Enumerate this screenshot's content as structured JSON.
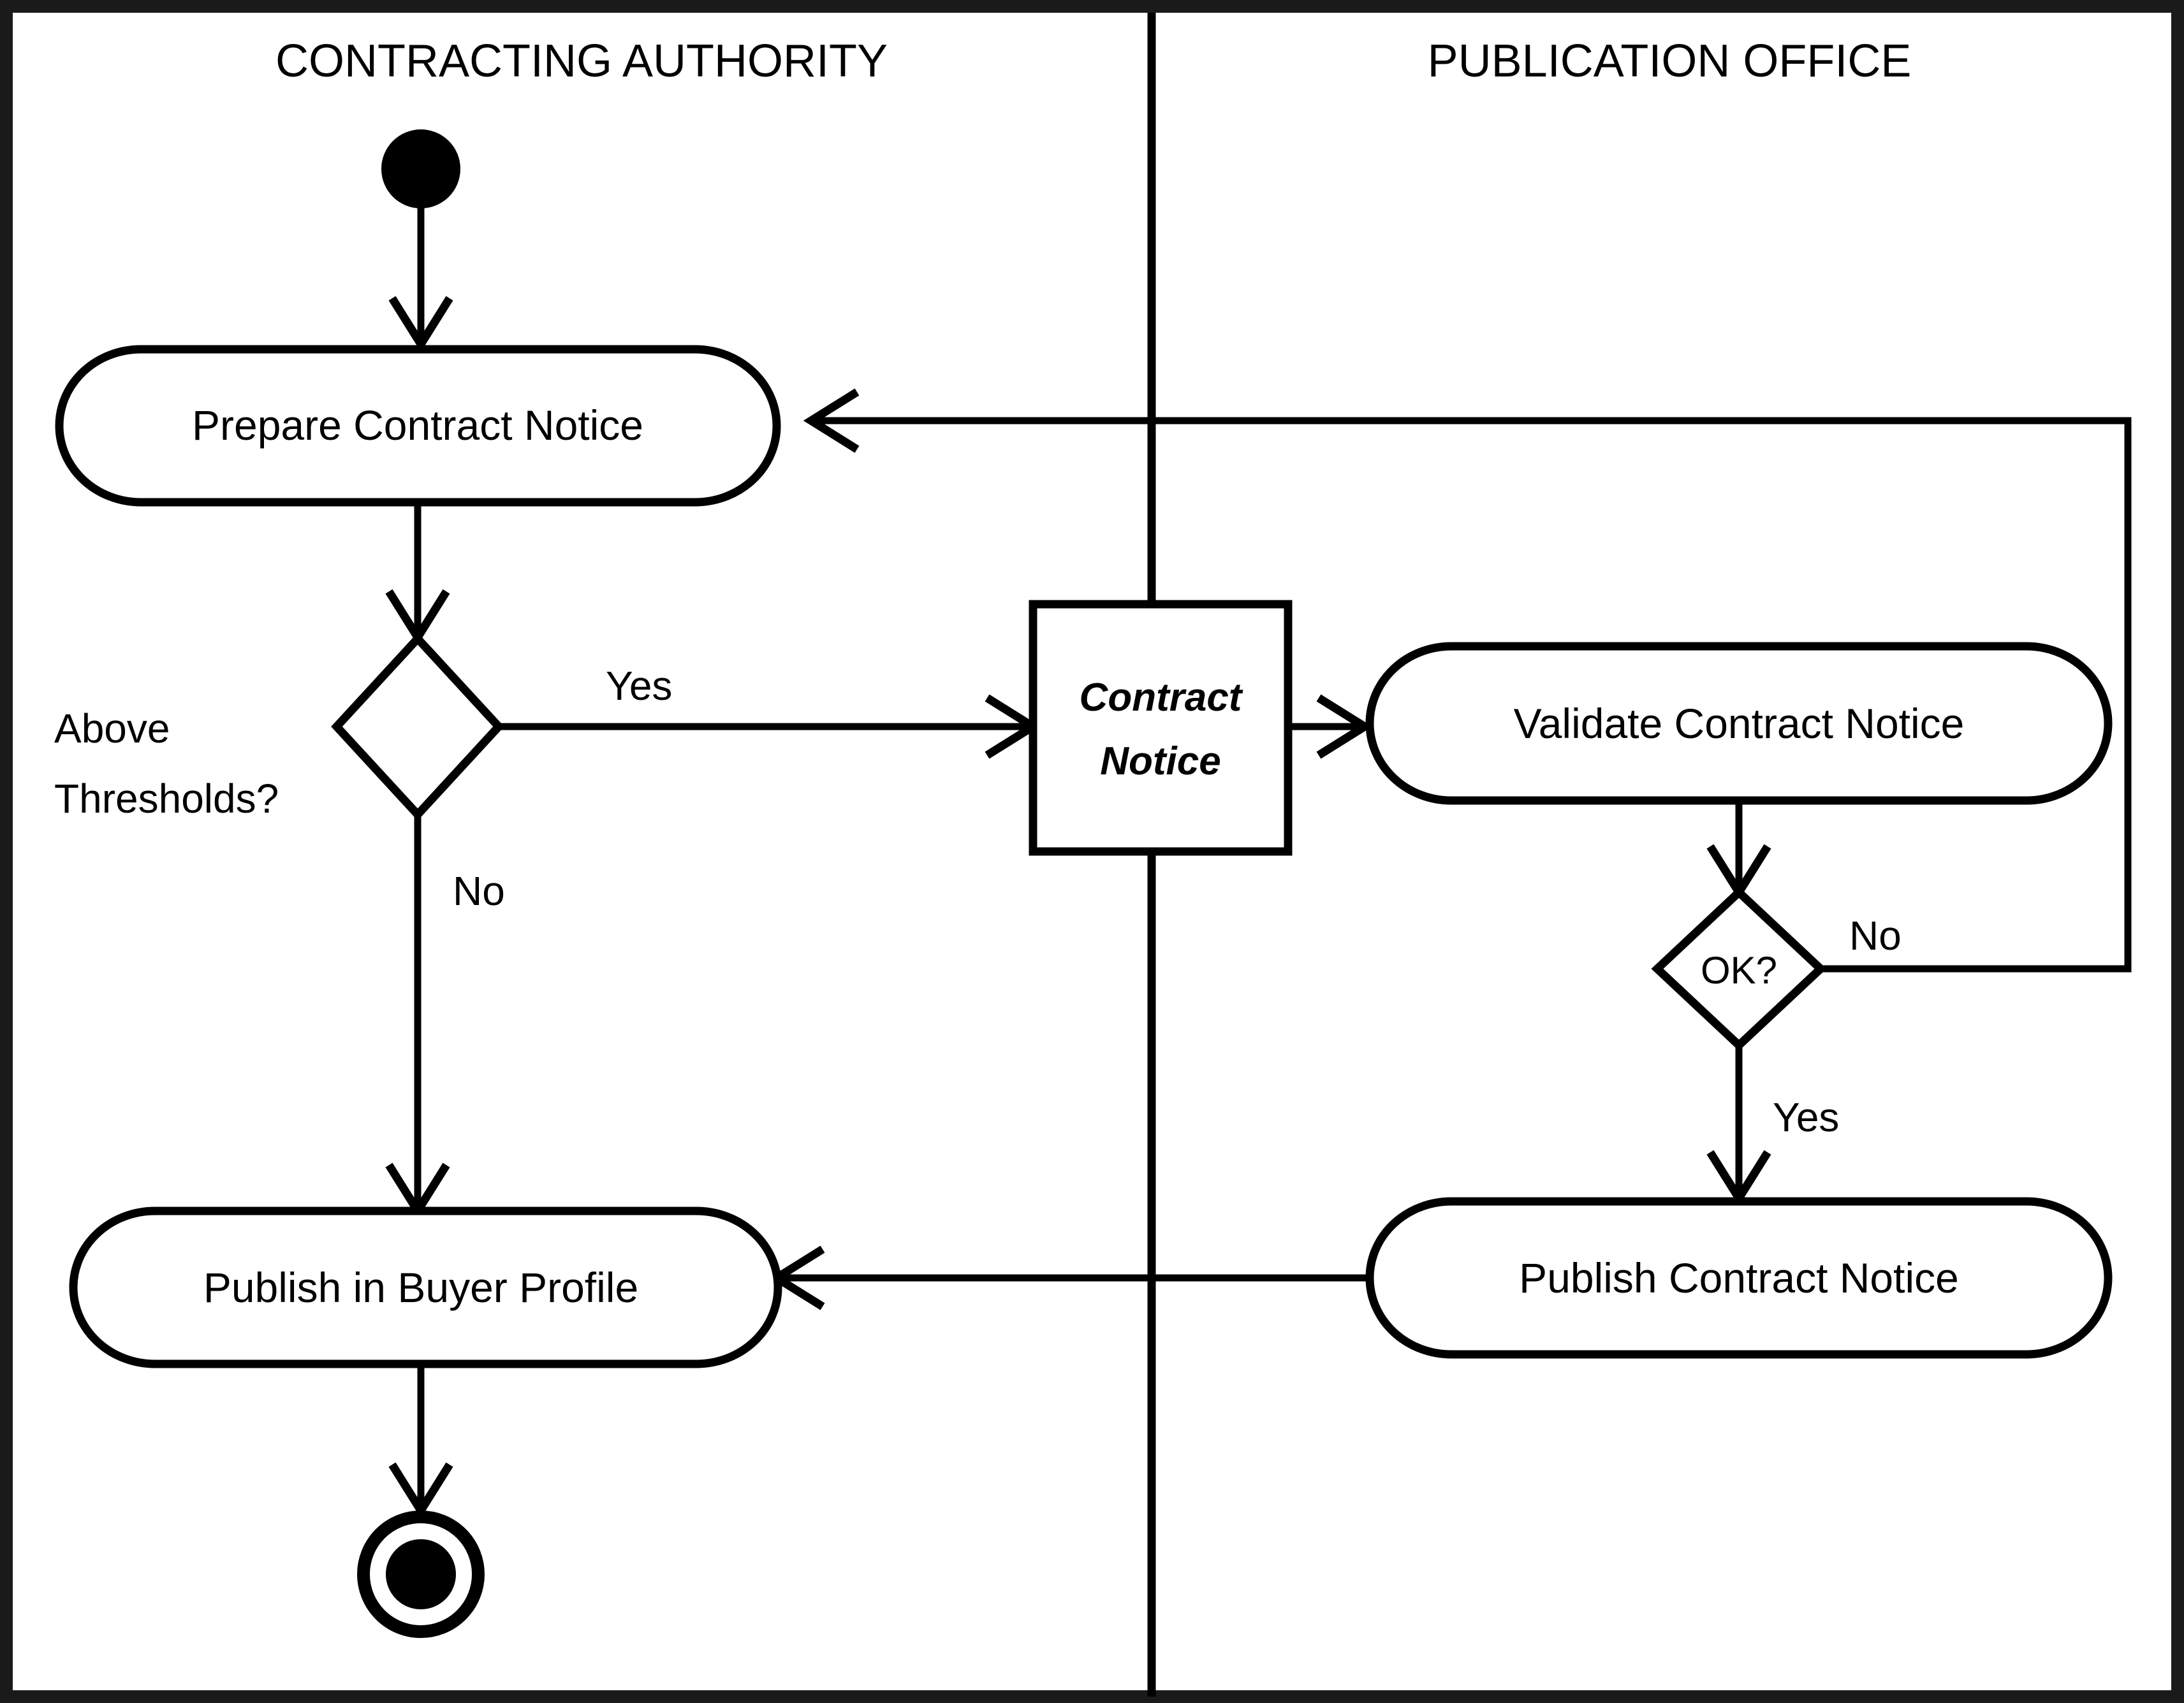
{
  "diagram": {
    "type": "uml-activity-diagram",
    "title": "Contract Notice publication activity diagram",
    "swimlanes": [
      {
        "id": "contracting-authority",
        "title": "CONTRACTING AUTHORITY"
      },
      {
        "id": "publication-office",
        "title": "PUBLICATION OFFICE"
      }
    ],
    "nodes": [
      {
        "id": "initial",
        "kind": "initial-node",
        "lane": "contracting-authority",
        "label": ""
      },
      {
        "id": "prepare-contract-notice",
        "kind": "action",
        "lane": "contracting-authority",
        "label": "Prepare Contract Notice"
      },
      {
        "id": "above-thresholds",
        "kind": "decision",
        "lane": "contracting-authority",
        "label": "Above Thresholds?"
      },
      {
        "id": "contract-notice-object",
        "kind": "object-node",
        "lane": "boundary",
        "label_line1": "Contract",
        "label_line2": "Notice"
      },
      {
        "id": "validate-contract-notice",
        "kind": "action",
        "lane": "publication-office",
        "label": "Validate Contract Notice"
      },
      {
        "id": "ok-decision",
        "kind": "decision",
        "lane": "publication-office",
        "label": "OK?"
      },
      {
        "id": "publish-contract-notice",
        "kind": "action",
        "lane": "publication-office",
        "label": "Publish Contract Notice"
      },
      {
        "id": "publish-in-buyer-profile",
        "kind": "action",
        "lane": "contracting-authority",
        "label": "Publish in Buyer Profile"
      },
      {
        "id": "final",
        "kind": "final-node",
        "lane": "contracting-authority",
        "label": ""
      }
    ],
    "edges": [
      {
        "id": "edge-initial-prepare",
        "from": "initial",
        "to": "prepare-contract-notice",
        "guard": ""
      },
      {
        "id": "edge-prepare-decision",
        "from": "prepare-contract-notice",
        "to": "above-thresholds",
        "guard": ""
      },
      {
        "id": "edge-thresholds-yes",
        "from": "above-thresholds",
        "to": "contract-notice-object",
        "guard": "Yes"
      },
      {
        "id": "edge-thresholds-no",
        "from": "above-thresholds",
        "to": "publish-in-buyer-profile",
        "guard": "No"
      },
      {
        "id": "edge-object-validate",
        "from": "contract-notice-object",
        "to": "validate-contract-notice",
        "guard": ""
      },
      {
        "id": "edge-validate-ok",
        "from": "validate-contract-notice",
        "to": "ok-decision",
        "guard": ""
      },
      {
        "id": "edge-ok-no",
        "from": "ok-decision",
        "to": "prepare-contract-notice",
        "guard": "No"
      },
      {
        "id": "edge-ok-yes",
        "from": "ok-decision",
        "to": "publish-contract-notice",
        "guard": "Yes"
      },
      {
        "id": "edge-publish-to-buyer-profile",
        "from": "publish-contract-notice",
        "to": "publish-in-buyer-profile",
        "guard": ""
      },
      {
        "id": "edge-buyer-profile-final",
        "from": "publish-in-buyer-profile",
        "to": "final",
        "guard": ""
      }
    ],
    "guards": {
      "thresholds_yes": "Yes",
      "thresholds_no": "No",
      "ok_no": "No",
      "ok_yes": "Yes"
    },
    "labels": {
      "above_thresholds_line1": "Above",
      "above_thresholds_line2": "Thresholds?",
      "ok_text": "OK?"
    },
    "colors": {
      "stroke": "#000000",
      "fill": "#ffffff",
      "frame": "#1a1a1a"
    }
  }
}
